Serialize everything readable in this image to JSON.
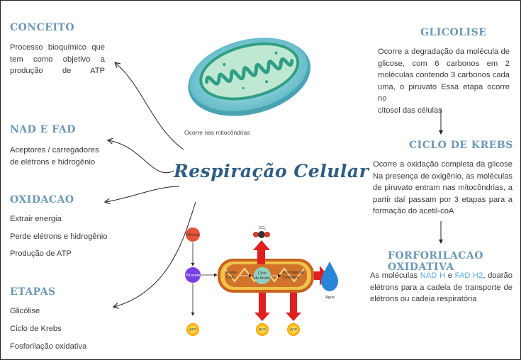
{
  "title": "Respiração Celular",
  "mito_caption": "Ocorre nas mitocôndrias",
  "conceito": {
    "heading": "CONCEITO",
    "lines": [
      "Processo bioquímico que",
      "tem como objetivo a",
      "produção de ATP"
    ]
  },
  "nad_fad": {
    "heading": "NAD E FAD",
    "lines": [
      "Aceptores / carregadores",
      "de elétrons e hidrogênio"
    ]
  },
  "oxidacao": {
    "heading": "OXIDACAO",
    "items": [
      "Extrair energia",
      "Perde elétrons e hidrogênio",
      "Produção de ATP"
    ]
  },
  "etapas": {
    "heading": "ETAPAS",
    "items": [
      "Glicólise",
      "Ciclo de Krebs",
      "Fosforilação oxidativa"
    ]
  },
  "glicolise": {
    "heading": "GLICOLISE",
    "lines": [
      "Ocorre a degradação da molécula de",
      "glicose, com 6 carbonos em 2",
      "moléculas contendo 3 carbonos cada",
      "uma, o piruvato Essa etapa ocorre no",
      "citosol das células"
    ]
  },
  "krebs": {
    "heading": "CICLO DE KREBS",
    "lines": [
      "Ocorre a oxidação completa da glicose",
      "Na presença de oxigênio, as moléculas",
      "de piruvato entram nas mitocôndrias, a",
      "partir daí passam por 3 etapas para a",
      "formação do acetil-coA"
    ]
  },
  "fosforilacao": {
    "heading": "FORFORILACAO OXIDATIVA",
    "line1_pre": "As moléculas ",
    "line1_nadh": "NAD H",
    "line1_mid": " e ",
    "line1_fadh": "FAD H2",
    "line1_post": ", doarão",
    "lines": [
      "elétrons para a cadeia de transporte de",
      "elétrons ou cadeia respiratória"
    ]
  },
  "diagram": {
    "glicose": "Glicose",
    "piruvato": "Piruvato",
    "acetil_1": "Acetil-",
    "acetil_2": "CoA",
    "ciclo_1": "Ciclo",
    "ciclo_2": "de Krebs",
    "fosfo_1": "Fosforilação",
    "fosfo_2": "Oxidativa",
    "co2": "CO",
    "co2_sub": "2",
    "agua": "Água",
    "atp": "ATP",
    "colors": {
      "arrow_red": "#e02020",
      "mito_orange": "#c8621c",
      "glicose_red": "#e8523a",
      "piruvato_purple": "#7a3fe0",
      "atp_yellow": "#ffcc22",
      "water_blue": "#2a86d8",
      "heading_blue": "#6b97b5",
      "title_blue": "#2f5d82"
    }
  }
}
